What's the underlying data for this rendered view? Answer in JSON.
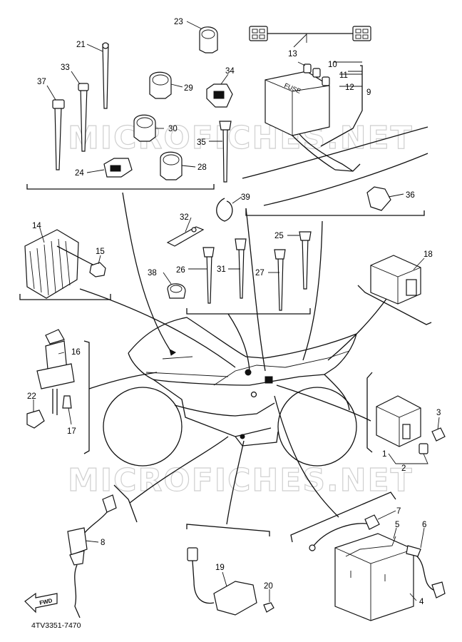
{
  "watermark": "MICROFICHES.NET",
  "diagram_code": "4TV3351-7470",
  "fwd_label": "FWD",
  "fuse_label": "FUSE",
  "callouts": {
    "c1": "1",
    "c2": "2",
    "c3": "3",
    "c4": "4",
    "c5": "5",
    "c6": "6",
    "c7": "7",
    "c8": "8",
    "c9": "9",
    "c10": "10",
    "c11": "11",
    "c12": "12",
    "c13": "13",
    "c14": "14",
    "c15": "15",
    "c16": "16",
    "c17": "17",
    "c18": "18",
    "c19": "19",
    "c20": "20",
    "c21": "21",
    "c22": "22",
    "c23": "23",
    "c24": "24",
    "c25": "25",
    "c26": "26",
    "c27": "27",
    "c28": "28",
    "c29": "29",
    "c30": "30",
    "c31": "31",
    "c32": "32",
    "c33": "33",
    "c34": "34",
    "c35": "35",
    "c36": "36",
    "c37": "37",
    "c38": "38",
    "c39": "39"
  }
}
